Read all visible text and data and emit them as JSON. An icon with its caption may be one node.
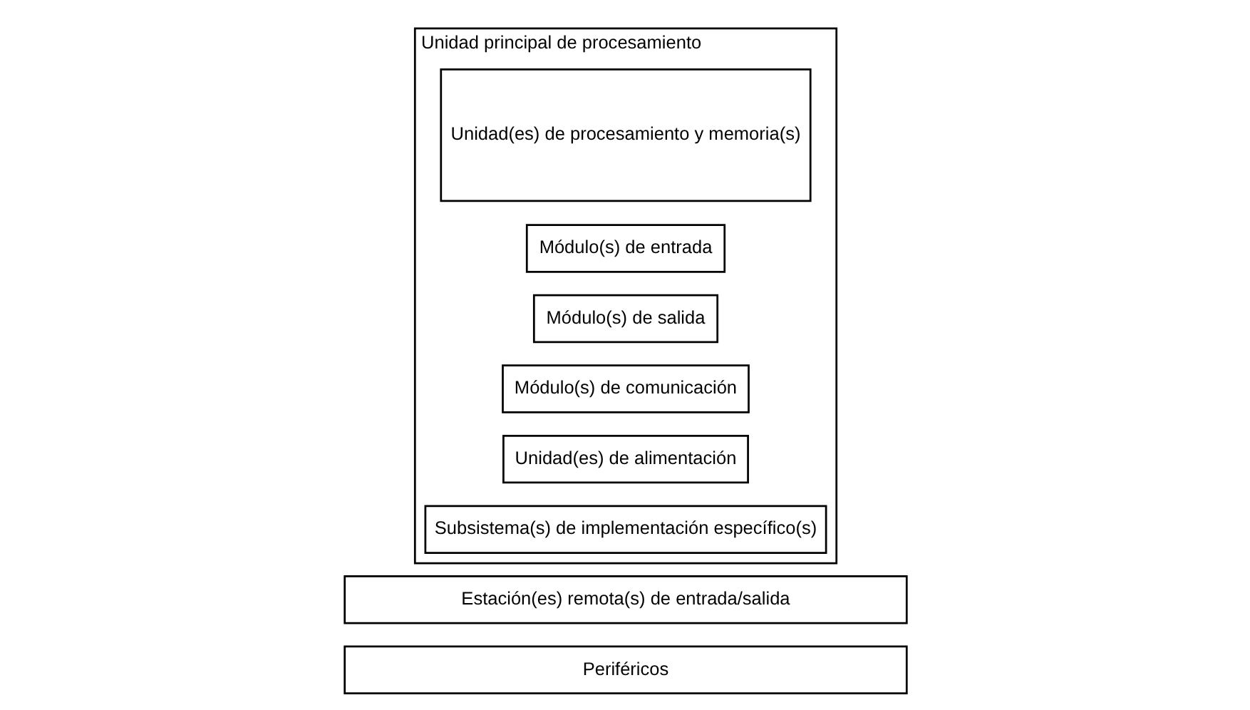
{
  "diagram": {
    "nodes": [
      {
        "text": [
          "Periféricos"
        ]
      },
      {
        "text": [
          "Estación(es) remota(s) de entrada/salida"
        ]
      },
      {
        "text": [
          "Unidad principal de procesamiento"
        ]
      },
      {
        "text": [
          "Unidad(es) de procesamiento y memoria(s)"
        ],
        "in": 2
      },
      {
        "text": [
          "Módulo(s) de entrada"
        ],
        "in": 2
      },
      {
        "text": [
          "Módulo(s) de salida"
        ],
        "in": 2
      },
      {
        "text": [
          "Módulo(s) de comunicación"
        ],
        "in": 2
      },
      {
        "text": [
          "Unidad(es) de alimentación"
        ],
        "in": 2
      },
      {
        "text": [
          "Subsistema(s) de implementación específico(s)"
        ],
        "in": 2
      }
    ]
  }
}
